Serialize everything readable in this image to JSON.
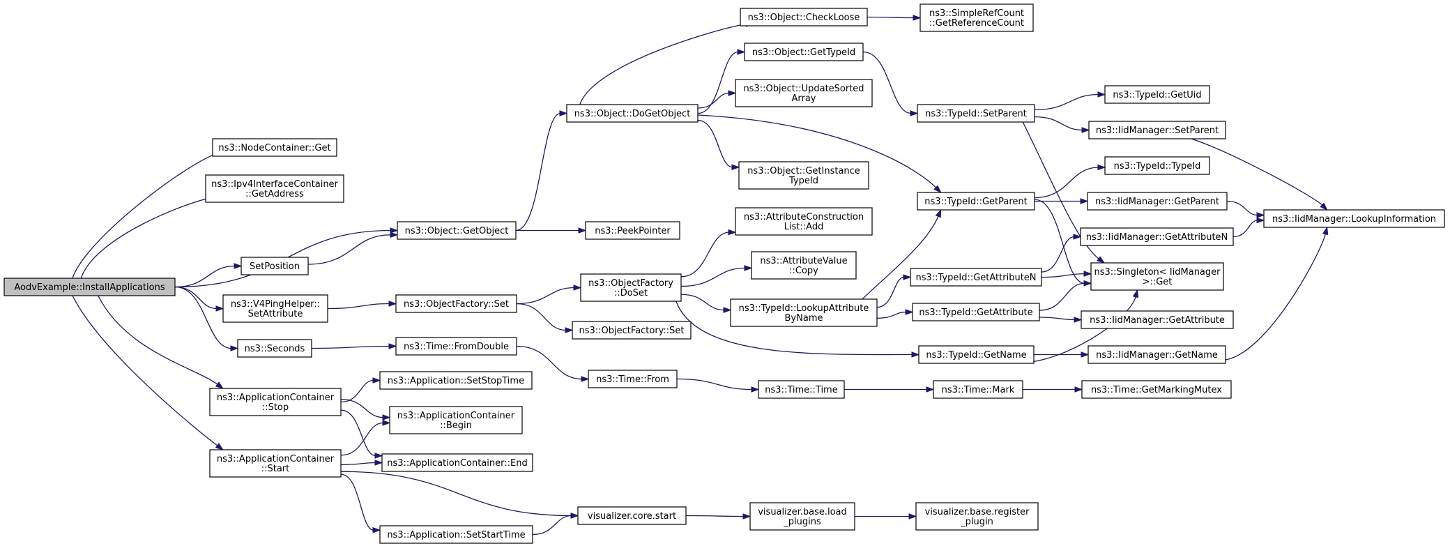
{
  "colors": {
    "root_fill": "#bfbfbf",
    "node_fill": "#ffffff",
    "border": "#000000",
    "edge": "#191970"
  },
  "nodes": [
    {
      "id": "root",
      "lines": [
        "AodvExample::InstallApplications"
      ],
      "root": true
    },
    {
      "id": "nc_get",
      "lines": [
        "ns3::NodeContainer::Get"
      ]
    },
    {
      "id": "ipv4_addr",
      "lines": [
        "ns3::Ipv4InterfaceContainer",
        "::GetAddress"
      ]
    },
    {
      "id": "getobject",
      "lines": [
        "ns3::Object::GetObject"
      ]
    },
    {
      "id": "setposition",
      "lines": [
        "SetPosition"
      ]
    },
    {
      "id": "v4ping",
      "lines": [
        "ns3::V4PingHelper::",
        "SetAttribute"
      ]
    },
    {
      "id": "seconds",
      "lines": [
        "ns3::Seconds"
      ]
    },
    {
      "id": "ac_stop",
      "lines": [
        "ns3::ApplicationContainer",
        "::Stop"
      ]
    },
    {
      "id": "ac_start",
      "lines": [
        "ns3::ApplicationContainer",
        "::Start"
      ]
    },
    {
      "id": "dogetobject",
      "lines": [
        "ns3::Object::DoGetObject"
      ]
    },
    {
      "id": "peekpointer",
      "lines": [
        "ns3::PeekPointer"
      ]
    },
    {
      "id": "of_set",
      "lines": [
        "ns3::ObjectFactory::Set"
      ]
    },
    {
      "id": "of_doset",
      "lines": [
        "ns3::ObjectFactory",
        "::DoSet"
      ]
    },
    {
      "id": "of_set2",
      "lines": [
        "ns3::ObjectFactory::Set"
      ]
    },
    {
      "id": "time_fromdouble",
      "lines": [
        "ns3::Time::FromDouble"
      ]
    },
    {
      "id": "time_from",
      "lines": [
        "ns3::Time::From"
      ]
    },
    {
      "id": "time_time",
      "lines": [
        "ns3::Time::Time"
      ]
    },
    {
      "id": "time_mark",
      "lines": [
        "ns3::Time::Mark"
      ]
    },
    {
      "id": "time_mutex",
      "lines": [
        "ns3::Time::GetMarkingMutex"
      ]
    },
    {
      "id": "app_setstop",
      "lines": [
        "ns3::Application::SetStopTime"
      ]
    },
    {
      "id": "ac_begin",
      "lines": [
        "ns3::ApplicationContainer",
        "::Begin"
      ]
    },
    {
      "id": "ac_end",
      "lines": [
        "ns3::ApplicationContainer::End"
      ]
    },
    {
      "id": "vis_start",
      "lines": [
        "visualizer.core.start"
      ]
    },
    {
      "id": "app_setstart",
      "lines": [
        "ns3::Application::SetStartTime"
      ]
    },
    {
      "id": "vis_load",
      "lines": [
        "visualizer.base.load",
        "_plugins"
      ]
    },
    {
      "id": "vis_register",
      "lines": [
        "visualizer.base.register",
        "_plugin"
      ]
    },
    {
      "id": "checkloose",
      "lines": [
        "ns3::Object::CheckLoose"
      ]
    },
    {
      "id": "getrefcount",
      "lines": [
        "ns3::SimpleRefCount",
        "::GetReferenceCount"
      ]
    },
    {
      "id": "obj_gettypeid",
      "lines": [
        "ns3::Object::GetTypeId"
      ]
    },
    {
      "id": "updatesorted",
      "lines": [
        "ns3::Object::UpdateSorted",
        "Array"
      ]
    },
    {
      "id": "getinstance",
      "lines": [
        "ns3::Object::GetInstance",
        "TypeId"
      ]
    },
    {
      "id": "attrlist_add",
      "lines": [
        "ns3::AttributeConstruction",
        "List::Add"
      ]
    },
    {
      "id": "attrval_copy",
      "lines": [
        "ns3::AttributeValue",
        "::Copy"
      ]
    },
    {
      "id": "lookupattr",
      "lines": [
        "ns3::TypeId::LookupAttribute",
        "ByName"
      ]
    },
    {
      "id": "tid_setparent",
      "lines": [
        "ns3::TypeId::SetParent"
      ]
    },
    {
      "id": "tid_getparent",
      "lines": [
        "ns3::TypeId::GetParent"
      ]
    },
    {
      "id": "tid_getattrn",
      "lines": [
        "ns3::TypeId::GetAttributeN"
      ]
    },
    {
      "id": "tid_getattr",
      "lines": [
        "ns3::TypeId::GetAttribute"
      ]
    },
    {
      "id": "tid_getname",
      "lines": [
        "ns3::TypeId::GetName"
      ]
    },
    {
      "id": "tid_getuid",
      "lines": [
        "ns3::TypeId::GetUid"
      ]
    },
    {
      "id": "iid_setparent",
      "lines": [
        "ns3::IidManager::SetParent"
      ]
    },
    {
      "id": "tid_typeid",
      "lines": [
        "ns3::TypeId::TypeId"
      ]
    },
    {
      "id": "iid_getparent",
      "lines": [
        "ns3::IidManager::GetParent"
      ]
    },
    {
      "id": "iid_getattrn",
      "lines": [
        "ns3::IidManager::GetAttributeN"
      ]
    },
    {
      "id": "singleton_get",
      "lines": [
        "ns3::Singleton< IidManager",
        ">::Get"
      ]
    },
    {
      "id": "iid_getattr",
      "lines": [
        "ns3::IidManager::GetAttribute"
      ]
    },
    {
      "id": "iid_getname",
      "lines": [
        "ns3::IidManager::GetName"
      ]
    },
    {
      "id": "iid_lookup",
      "lines": [
        "ns3::IidManager::LookupInformation"
      ]
    }
  ],
  "edges": [
    [
      "root",
      "nc_get"
    ],
    [
      "root",
      "ipv4_addr"
    ],
    [
      "root",
      "getobject"
    ],
    [
      "root",
      "setposition"
    ],
    [
      "root",
      "v4ping"
    ],
    [
      "root",
      "seconds"
    ],
    [
      "root",
      "ac_stop"
    ],
    [
      "root",
      "ac_start"
    ],
    [
      "getobject",
      "dogetobject"
    ],
    [
      "getobject",
      "peekpointer"
    ],
    [
      "setposition",
      "getobject"
    ],
    [
      "v4ping",
      "of_set"
    ],
    [
      "of_set",
      "of_doset"
    ],
    [
      "of_set",
      "of_set2"
    ],
    [
      "seconds",
      "time_fromdouble"
    ],
    [
      "time_fromdouble",
      "time_from"
    ],
    [
      "time_from",
      "time_time"
    ],
    [
      "time_time",
      "time_mark"
    ],
    [
      "time_mark",
      "time_mutex"
    ],
    [
      "ac_stop",
      "app_setstop"
    ],
    [
      "ac_stop",
      "ac_begin"
    ],
    [
      "ac_stop",
      "ac_end"
    ],
    [
      "ac_start",
      "ac_begin"
    ],
    [
      "ac_start",
      "ac_end"
    ],
    [
      "ac_start",
      "vis_start"
    ],
    [
      "ac_start",
      "app_setstart"
    ],
    [
      "app_setstart",
      "vis_start"
    ],
    [
      "vis_start",
      "vis_load"
    ],
    [
      "vis_load",
      "vis_register"
    ],
    [
      "dogetobject",
      "checkloose"
    ],
    [
      "dogetobject",
      "obj_gettypeid"
    ],
    [
      "dogetobject",
      "updatesorted"
    ],
    [
      "dogetobject",
      "getinstance"
    ],
    [
      "dogetobject",
      "tid_getparent"
    ],
    [
      "checkloose",
      "getrefcount"
    ],
    [
      "obj_gettypeid",
      "tid_setparent"
    ],
    [
      "tid_setparent",
      "tid_getuid"
    ],
    [
      "tid_setparent",
      "iid_setparent"
    ],
    [
      "tid_setparent",
      "singleton_get"
    ],
    [
      "iid_setparent",
      "iid_lookup"
    ],
    [
      "tid_getparent",
      "tid_typeid"
    ],
    [
      "tid_getparent",
      "iid_getparent"
    ],
    [
      "tid_getparent",
      "singleton_get"
    ],
    [
      "iid_getparent",
      "iid_lookup"
    ],
    [
      "of_doset",
      "attrlist_add"
    ],
    [
      "of_doset",
      "attrval_copy"
    ],
    [
      "of_doset",
      "lookupattr"
    ],
    [
      "of_doset",
      "tid_getname"
    ],
    [
      "lookupattr",
      "tid_getparent"
    ],
    [
      "lookupattr",
      "tid_getattrn"
    ],
    [
      "lookupattr",
      "tid_getattr"
    ],
    [
      "tid_getattrn",
      "iid_getattrn"
    ],
    [
      "tid_getattrn",
      "singleton_get"
    ],
    [
      "iid_getattrn",
      "iid_lookup"
    ],
    [
      "tid_getattr",
      "singleton_get"
    ],
    [
      "tid_getattr",
      "iid_getattr"
    ],
    [
      "tid_getname",
      "singleton_get"
    ],
    [
      "tid_getname",
      "iid_getname"
    ],
    [
      "iid_getname",
      "iid_lookup"
    ]
  ]
}
